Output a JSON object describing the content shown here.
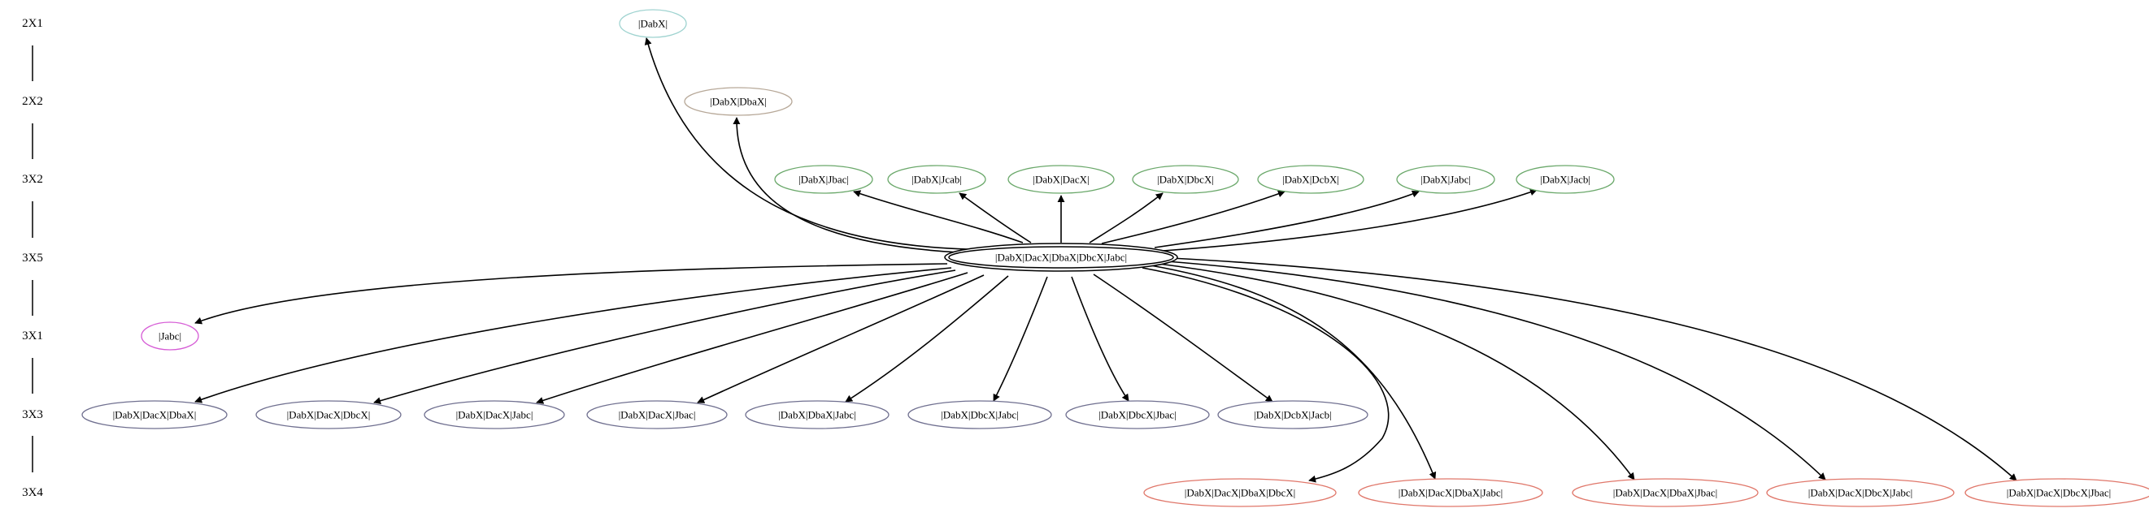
{
  "ranks": [
    {
      "id": "r1",
      "label": "2X1"
    },
    {
      "id": "r2",
      "label": "2X2"
    },
    {
      "id": "r3",
      "label": "3X2"
    },
    {
      "id": "r4",
      "label": "3X5"
    },
    {
      "id": "r5",
      "label": "3X1"
    },
    {
      "id": "r6",
      "label": "3X3"
    },
    {
      "id": "r7",
      "label": "3X4"
    }
  ],
  "colors": {
    "2X1": "#9fd3d0",
    "2X2": "#b7a898",
    "3X2": "#6aa86a",
    "3X5": "#000000",
    "3X1": "#d65cd6",
    "3X3": "#707090",
    "3X4": "#e0776a"
  },
  "center_node": {
    "id": "c",
    "label": "|DabX|DacX|DbaX|DbcX|Jabc|",
    "rank": "3X5"
  },
  "nodes": [
    {
      "id": "n1",
      "label": "|DabX|",
      "rank": "2X1"
    },
    {
      "id": "n2",
      "label": "|DabX|DbaX|",
      "rank": "2X2"
    },
    {
      "id": "n3",
      "label": "|DabX|Jbac|",
      "rank": "3X2"
    },
    {
      "id": "n4",
      "label": "|DabX|Jcab|",
      "rank": "3X2"
    },
    {
      "id": "n5",
      "label": "|DabX|DacX|",
      "rank": "3X2"
    },
    {
      "id": "n6",
      "label": "|DabX|DbcX|",
      "rank": "3X2"
    },
    {
      "id": "n7",
      "label": "|DabX|DcbX|",
      "rank": "3X2"
    },
    {
      "id": "n8",
      "label": "|DabX|Jabc|",
      "rank": "3X2"
    },
    {
      "id": "n9",
      "label": "|DabX|Jacb|",
      "rank": "3X2"
    },
    {
      "id": "n10",
      "label": "|Jabc|",
      "rank": "3X1"
    },
    {
      "id": "n11",
      "label": "|DabX|DacX|DbaX|",
      "rank": "3X3"
    },
    {
      "id": "n12",
      "label": "|DabX|DacX|DbcX|",
      "rank": "3X3"
    },
    {
      "id": "n13",
      "label": "|DabX|DacX|Jabc|",
      "rank": "3X3"
    },
    {
      "id": "n14",
      "label": "|DabX|DacX|Jbac|",
      "rank": "3X3"
    },
    {
      "id": "n15",
      "label": "|DabX|DbaX|Jabc|",
      "rank": "3X3"
    },
    {
      "id": "n16",
      "label": "|DabX|DbcX|Jabc|",
      "rank": "3X3"
    },
    {
      "id": "n17",
      "label": "|DabX|DbcX|Jbac|",
      "rank": "3X3"
    },
    {
      "id": "n18",
      "label": "|DabX|DcbX|Jacb|",
      "rank": "3X3"
    },
    {
      "id": "n19",
      "label": "|DabX|DacX|DbaX|DbcX|",
      "rank": "3X4"
    },
    {
      "id": "n20",
      "label": "|DabX|DacX|DbaX|Jabc|",
      "rank": "3X4"
    },
    {
      "id": "n21",
      "label": "|DabX|DacX|DbaX|Jbac|",
      "rank": "3X4"
    },
    {
      "id": "n22",
      "label": "|DabX|DacX|DbcX|Jabc|",
      "rank": "3X4"
    },
    {
      "id": "n23",
      "label": "|DabX|DacX|DbcX|Jbac|",
      "rank": "3X4"
    }
  ],
  "edges": [
    {
      "from": "c",
      "to": "n1"
    },
    {
      "from": "c",
      "to": "n2"
    },
    {
      "from": "c",
      "to": "n3"
    },
    {
      "from": "c",
      "to": "n4"
    },
    {
      "from": "c",
      "to": "n5"
    },
    {
      "from": "c",
      "to": "n6"
    },
    {
      "from": "c",
      "to": "n7"
    },
    {
      "from": "c",
      "to": "n8"
    },
    {
      "from": "c",
      "to": "n9"
    },
    {
      "from": "c",
      "to": "n10"
    },
    {
      "from": "c",
      "to": "n11"
    },
    {
      "from": "c",
      "to": "n12"
    },
    {
      "from": "c",
      "to": "n13"
    },
    {
      "from": "c",
      "to": "n14"
    },
    {
      "from": "c",
      "to": "n15"
    },
    {
      "from": "c",
      "to": "n16"
    },
    {
      "from": "c",
      "to": "n17"
    },
    {
      "from": "c",
      "to": "n18"
    },
    {
      "from": "c",
      "to": "n19"
    },
    {
      "from": "c",
      "to": "n20"
    },
    {
      "from": "c",
      "to": "n21"
    },
    {
      "from": "c",
      "to": "n22"
    },
    {
      "from": "c",
      "to": "n23"
    }
  ]
}
